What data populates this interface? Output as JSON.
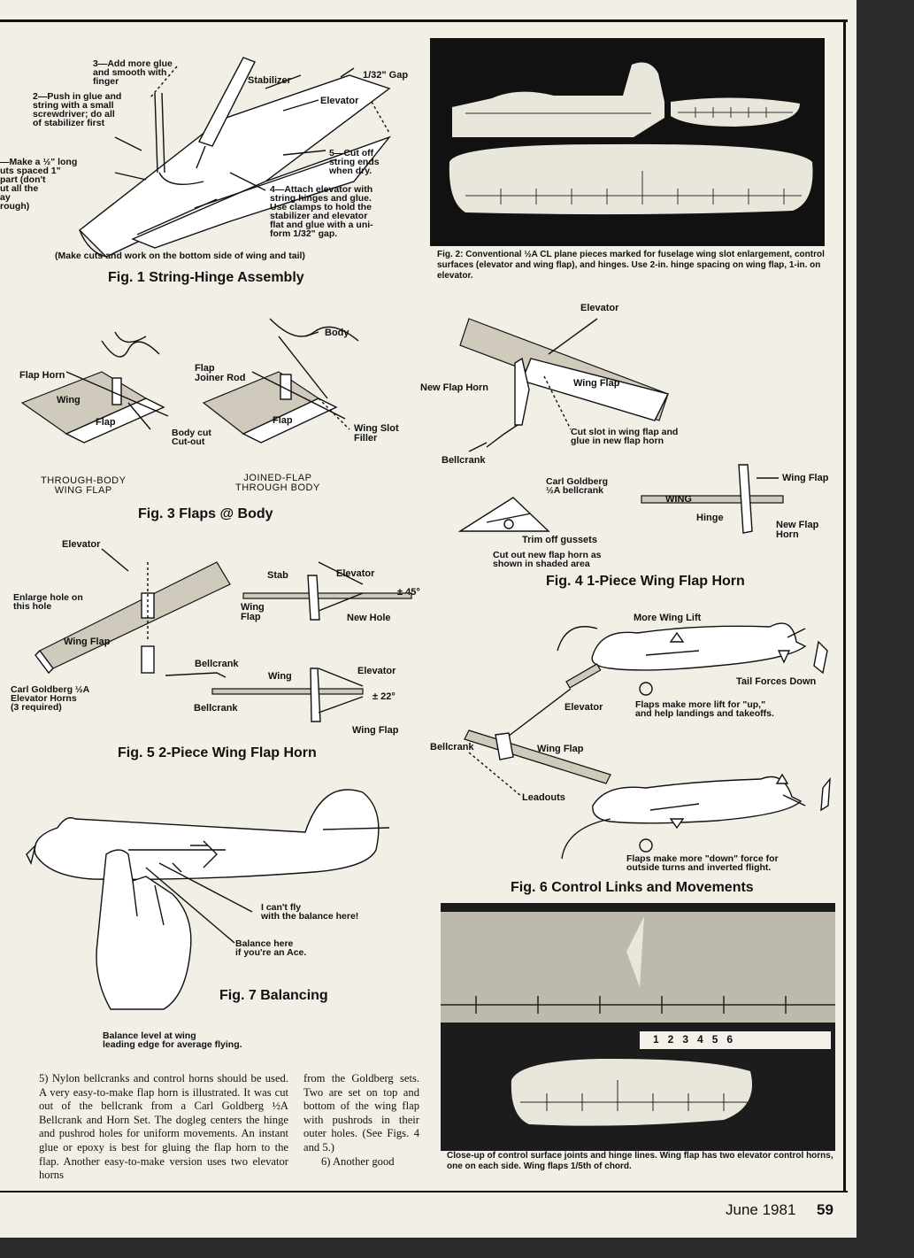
{
  "fig1": {
    "note3": "3—Add more glue\nand smooth with\nfinger",
    "note2": "2—Push in glue and\nstring with a small\nscrewdriver; do all\nof stabilizer first",
    "note1": "—Make a ½\" long\nuts spaced 1\"\npart (don't\nut all the\nay\nrough)",
    "stabilizer": "Stabilizer",
    "gap": "1/32\" Gap",
    "elevator": "Elevator",
    "note5": "5—Cut off\nstring ends\nwhen dry.",
    "note4": "4—Attach elevator with\nstring hinges and glue.\nUse clamps to hold the\nstabilizer and elevator\nflat and glue with a uni-\nform 1/32\" gap.",
    "bottom_note": "(Make cuts and work on the bottom side of wing and tail)",
    "title": "Fig. 1 String-Hinge Assembly"
  },
  "fig2": {
    "caption": "Fig. 2: Conventional ½A CL plane pieces marked for fuselage wing slot enlargement, control surfaces (elevator and wing flap), and hinges. Use 2-in. hinge spacing on wing flap, 1-in. on elevator."
  },
  "fig3": {
    "flap_horn": "Flap Horn",
    "wing": "Wing",
    "flap_left": "Flap",
    "body_cutout": "Body cut\nCut-out",
    "label_left": "THROUGH-BODY\nWING FLAP",
    "flap_joiner": "Flap\nJoiner Rod",
    "body": "Body",
    "flap_right": "Flap",
    "wing_slot_filler": "Wing Slot\nFiller",
    "label_right": "JOINED-FLAP\nTHROUGH BODY",
    "title": "Fig. 3 Flaps @ Body"
  },
  "fig4": {
    "elevator": "Elevator",
    "new_flap_horn": "New Flap Horn",
    "wing_flap": "Wing Flap",
    "cut_slot": "Cut slot in wing flap and\nglue in new flap horn",
    "bellcrank": "Bellcrank",
    "goldberg": "Carl Goldberg\n½A bellcrank",
    "trim": "Trim off gussets",
    "cut_out": "Cut out new flap horn as\nshown in shaded area",
    "wing_flap_2": "Wing Flap",
    "wing_word": "WING",
    "hinge": "Hinge",
    "new_flap_horn_2": "New Flap\nHorn",
    "title": "Fig. 4 1-Piece Wing Flap Horn"
  },
  "fig5": {
    "elevator": "Elevator",
    "enlarge": "Enlarge hole on\nthis hole",
    "wing_flap": "Wing Flap",
    "goldberg": "Carl Goldberg ½A\nElevator Horns\n(3 required)",
    "stab": "Stab",
    "elevator_r": "Elevator",
    "deg45": "± 45°",
    "wing_flap_r": "Wing\nFlap",
    "new_hole": "New Hole",
    "bellcrank": "Bellcrank",
    "wing": "Wing",
    "elevator_r2": "Elevator",
    "deg22": "± 22°",
    "bellcrank2": "Bellcrank",
    "wing_flap_r2": "Wing Flap",
    "title": "Fig. 5 2-Piece Wing Flap Horn"
  },
  "fig6": {
    "more_lift": "More Wing Lift",
    "tail_down": "Tail Forces Down",
    "flaps_lift": "Flaps make more lift for \"up,\"\nand help landings and takeoffs.",
    "elevator": "Elevator",
    "bellcrank": "Bellcrank",
    "wing_flap": "Wing Flap",
    "leadouts": "Leadouts",
    "flaps_down": "Flaps make more \"down\" force for\noutside turns and inverted flight.",
    "title": "Fig. 6 Control Links and Movements"
  },
  "fig7": {
    "cant_fly": "I can't fly\nwith the balance here!",
    "balance_here": "Balance here\nif you're an Ace.",
    "title": "Fig. 7 Balancing",
    "balance_level": "Balance level at wing\nleading edge for average flying."
  },
  "photo2": {
    "ruler": "1   2   3   4   5   6",
    "caption": "Close-up of control surface joints and hinge lines. Wing flap has two elevator control horns, one on each side. Wing flaps 1/5th of chord."
  },
  "body_text": {
    "col1": "5) Nylon bellcranks and control horns should be used. A very easy-to-make flap horn is illustrated. It was cut out of the bellcrank from a Carl Goldberg ½A Bellcrank and Horn Set. The dogleg centers the hinge and pushrod holes for uniform movements. An instant glue or epoxy is best for gluing the flap horn to the flap. Another easy-to-make version uses two elevator horns",
    "col2": "from the Goldberg sets. Two are set on top and bottom of the wing flap with pushrods in their outer holes. (See Figs. 4 and 5.)",
    "col2_b": "6) Another good"
  },
  "folio": {
    "date": "June 1981",
    "page": "59"
  }
}
